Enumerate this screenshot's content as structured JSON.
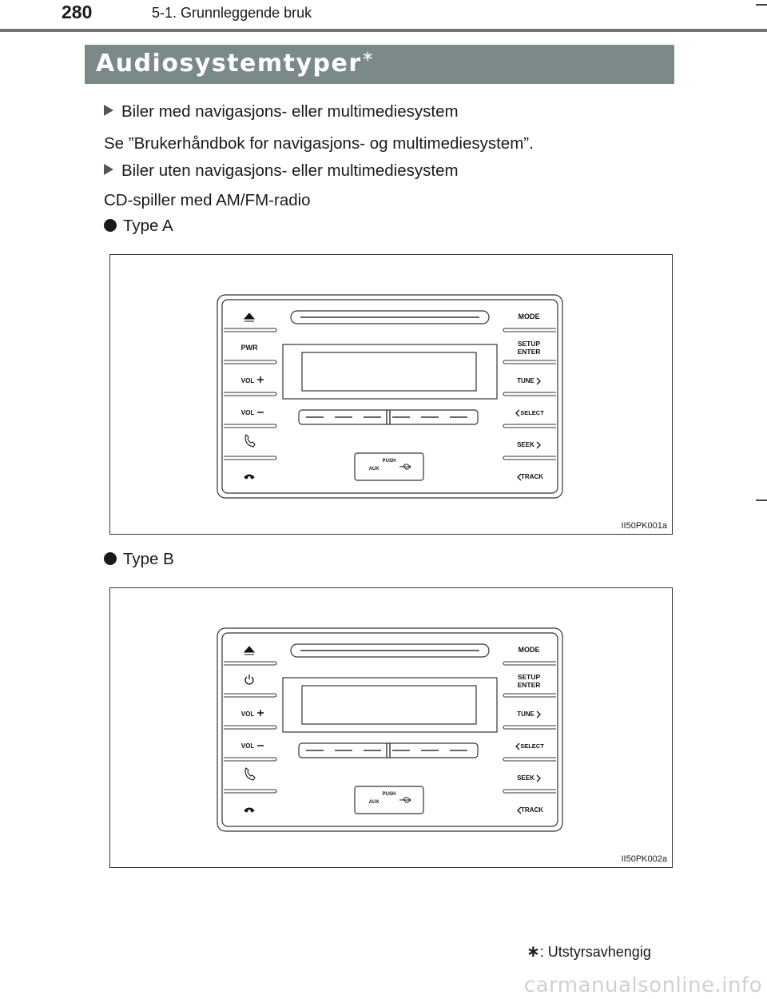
{
  "header": {
    "page_number": "280",
    "section": "5-1. Grunnleggende bruk"
  },
  "title": {
    "text": "Audiosystemtyper",
    "mark": "∗"
  },
  "content": {
    "heading1": "Biler med navigasjons- eller multimediesystem",
    "text1": "Se ”Brukerhåndbok for navigasjons- og multimediesystem”.",
    "heading2": "Biler uten navigasjons- eller multimediesystem",
    "text2": "CD-spiller med AM/FM-radio",
    "type_a": "Type A",
    "type_b": "Type B"
  },
  "figures": [
    {
      "code": "II50PK001a",
      "buttons": {
        "power": "PWR",
        "vol_up": "VOL",
        "vol_down": "VOL",
        "mode": "MODE",
        "setup_1": "SETUP",
        "setup_2": "ENTER",
        "tune": "TUNE",
        "select": "SELECT",
        "seek": "SEEK",
        "track": "TRACK",
        "push": "PUSH",
        "aux": "AUX"
      }
    },
    {
      "code": "II50PK002a",
      "buttons": {
        "power": "",
        "vol_up": "VOL",
        "vol_down": "VOL",
        "mode": "MODE",
        "setup_1": "SETUP",
        "setup_2": "ENTER",
        "tune": "TUNE",
        "select": "SELECT",
        "seek": "SEEK",
        "track": "TRACK",
        "push": "PUSH",
        "aux": "AUX"
      }
    }
  ],
  "footnote": {
    "mark": "∗",
    "text": ": Utstyrsavhengig"
  },
  "watermark": "carmanualsonline.info"
}
